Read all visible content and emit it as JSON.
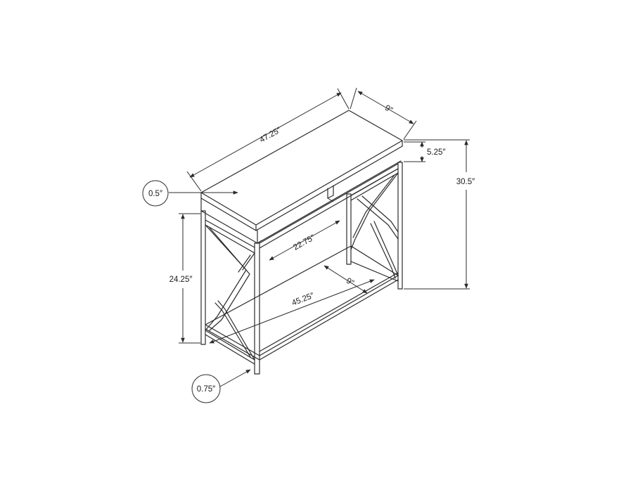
{
  "diagram": {
    "dimensions": {
      "width": "47.25″",
      "depth": "9″",
      "shelf_height": "5.25″",
      "total_height": "30.5″",
      "top_thickness": "0.5″",
      "inner_width": "22.75″",
      "lower_height": "24.25″",
      "bottom_shelf_width": "45.25″",
      "bottom_shelf_depth": "9″",
      "leg_size": "0.75″"
    },
    "colors": {
      "line": "#2b2b2b",
      "background": "#ffffff"
    }
  }
}
